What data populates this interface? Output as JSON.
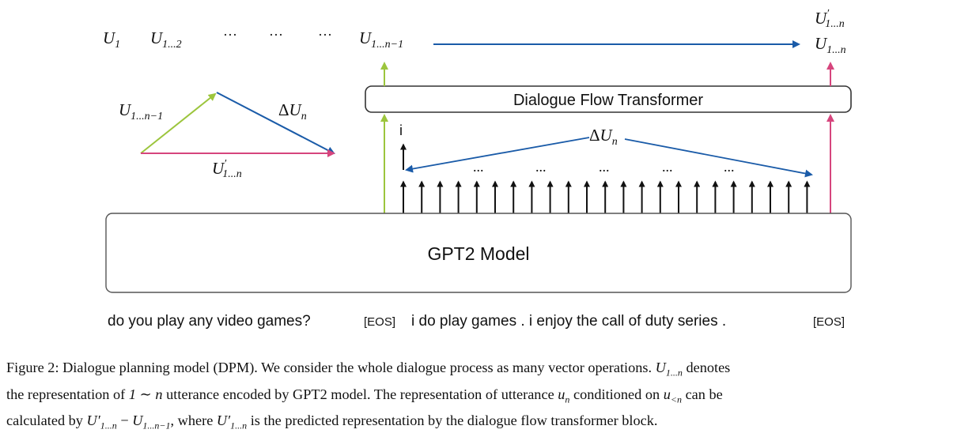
{
  "top_labels": {
    "u1": {
      "base": "U",
      "sub": "1"
    },
    "u12": {
      "base": "U",
      "sub": "1...2"
    },
    "dots": [
      "···",
      "···",
      "···"
    ],
    "un1": {
      "base": "U",
      "sub": "1...n−1"
    },
    "out_prime": {
      "base": "U",
      "prime": "′",
      "sub": "1...n"
    },
    "out_true": {
      "base": "U",
      "sub": "1...n"
    }
  },
  "vector_triangle": {
    "green_label": {
      "base": "U",
      "sub": "1...n−1"
    },
    "blue_label": {
      "delta": "Δ",
      "base": "U",
      "sub": "n"
    },
    "pink_label": {
      "base": "U",
      "prime": "′",
      "sub": "1...n"
    }
  },
  "transformer_box": {
    "label": "Dialogue Flow Transformer"
  },
  "token_region": {
    "i_label": "i",
    "delta_label": {
      "delta": "Δ",
      "base": "U",
      "sub": "n"
    },
    "dots": [
      "...",
      "...",
      "...",
      "...",
      "..."
    ]
  },
  "gpt2_box": {
    "label": "GPT2 Model"
  },
  "input_sequence": {
    "utterance1": "do you play any video games?",
    "eos1": "[EOS]",
    "utterance2": "i do play games . i enjoy the call of duty series .",
    "eos2": "[EOS]"
  },
  "caption": {
    "prefix": "Figure 2: Dialogue planning model (DPM). We consider the whole dialogue process as many vector operations.",
    "u_base": "U",
    "u_sub": "1...n",
    "denotes": "denotes",
    "line2_a": "the representation of",
    "range": "1 ∼ n",
    "line2_b": "utterance encoded by GPT2 model. The representation of utterance",
    "un_base": "u",
    "un_sub": "n",
    "conditioned": "conditioned on",
    "ulessn_base": "u",
    "ulessn_sub": "<n",
    "can_be": "can be",
    "line3_a": "calculated by",
    "formula_a": "U′",
    "formula_a_sub": "1...n",
    "minus": "−",
    "formula_b": "U",
    "formula_b_sub": "1...n−1",
    "line3_b": ", where",
    "pred_base": "U′",
    "pred_sub": "1...n",
    "line3_c": "is the predicted representation by the dialogue flow transformer block."
  },
  "colors": {
    "green": "#9cc53d",
    "blue": "#1a5ba8",
    "pink": "#d6457d",
    "black": "#111111",
    "box_stroke": "#555555"
  }
}
